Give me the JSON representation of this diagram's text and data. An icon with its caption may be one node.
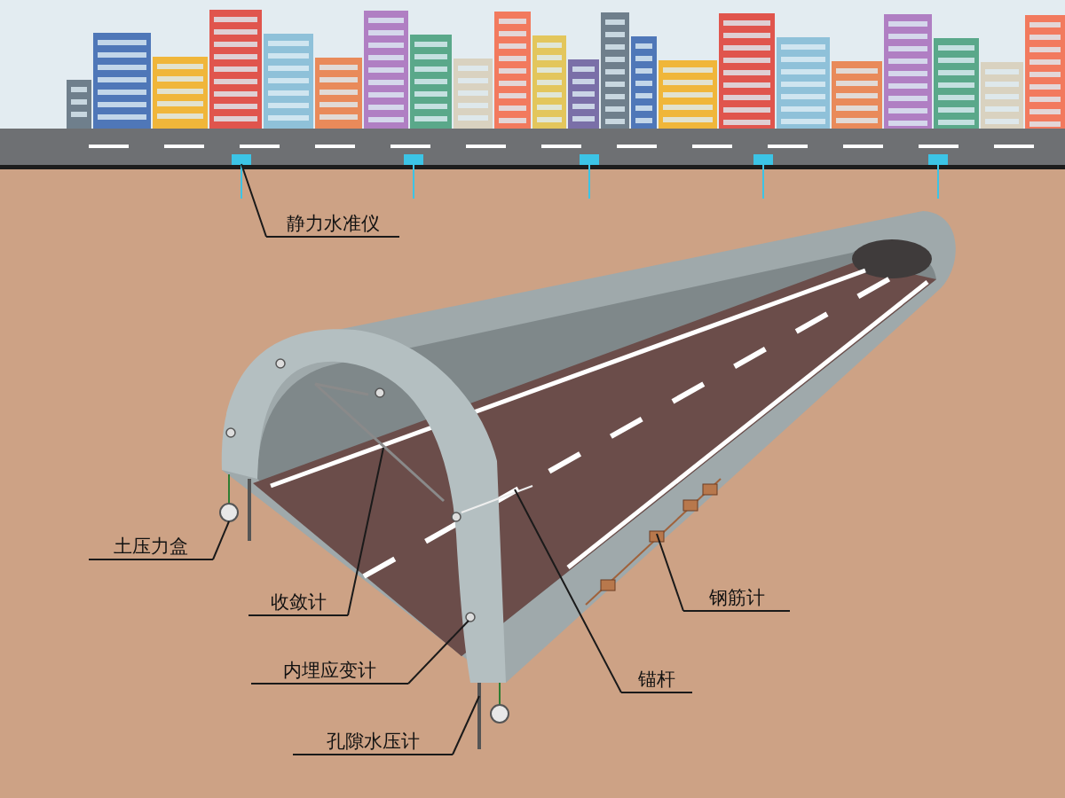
{
  "diagram": {
    "nodes": [
      {
        "text": [
          "静力水准仪"
        ]
      },
      {
        "text": [
          "土压力盒"
        ]
      },
      {
        "text": [
          "收敛计"
        ]
      },
      {
        "text": [
          "内埋应变计"
        ]
      },
      {
        "text": [
          "孔隙水压计"
        ]
      },
      {
        "text": [
          "锚杆"
        ]
      },
      {
        "text": [
          "钢筋计"
        ]
      }
    ],
    "edges": [
      {
        "from": 0,
        "to": null,
        "arrow": "none"
      },
      {
        "from": 1,
        "to": null,
        "arrow": "none"
      },
      {
        "from": 2,
        "to": null,
        "arrow": "none"
      },
      {
        "from": 3,
        "to": null,
        "arrow": "none"
      },
      {
        "from": 4,
        "to": null,
        "arrow": "none"
      },
      {
        "from": 5,
        "to": null,
        "arrow": "none"
      },
      {
        "from": 6,
        "to": null,
        "arrow": "none"
      }
    ]
  }
}
